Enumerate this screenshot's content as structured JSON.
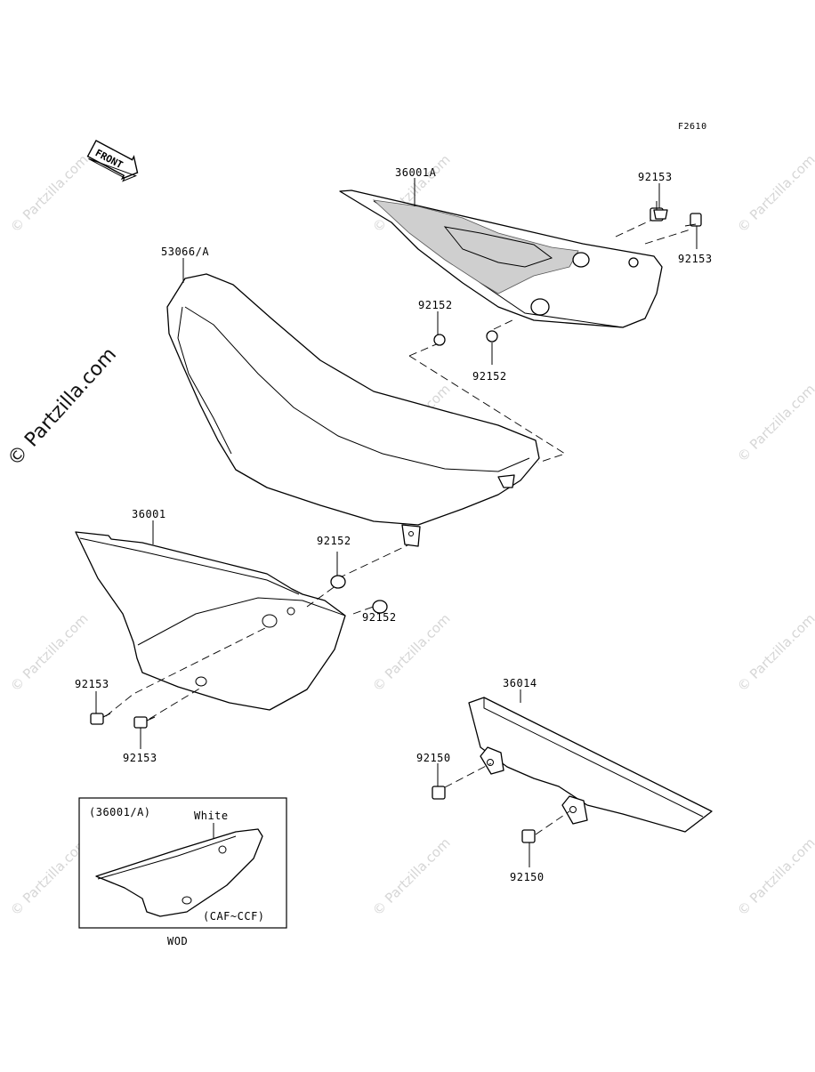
{
  "diagram_code": "F2610",
  "front_indicator": "FRONT",
  "watermark": "© Partzilla.com",
  "labels": {
    "rear_side_cover": "36001A",
    "seat": "53066/A",
    "side_cover": "36001",
    "chain_cover": "36014",
    "bolt_a_top": "92153",
    "bolt_b_top": "92153",
    "collar_top_left": "92152",
    "collar_top_right": "92152",
    "collar_mid_upper": "92152",
    "collar_mid_lower": "92152",
    "bolt_left_upper": "92153",
    "bolt_left_lower": "92153",
    "chain_bolt_upper": "92150",
    "chain_bolt_lower": "92150"
  },
  "inset": {
    "part_ref": "(36001/A)",
    "color_note": "White",
    "model_range": "(CAF~CCF)",
    "caption": "WOD"
  }
}
